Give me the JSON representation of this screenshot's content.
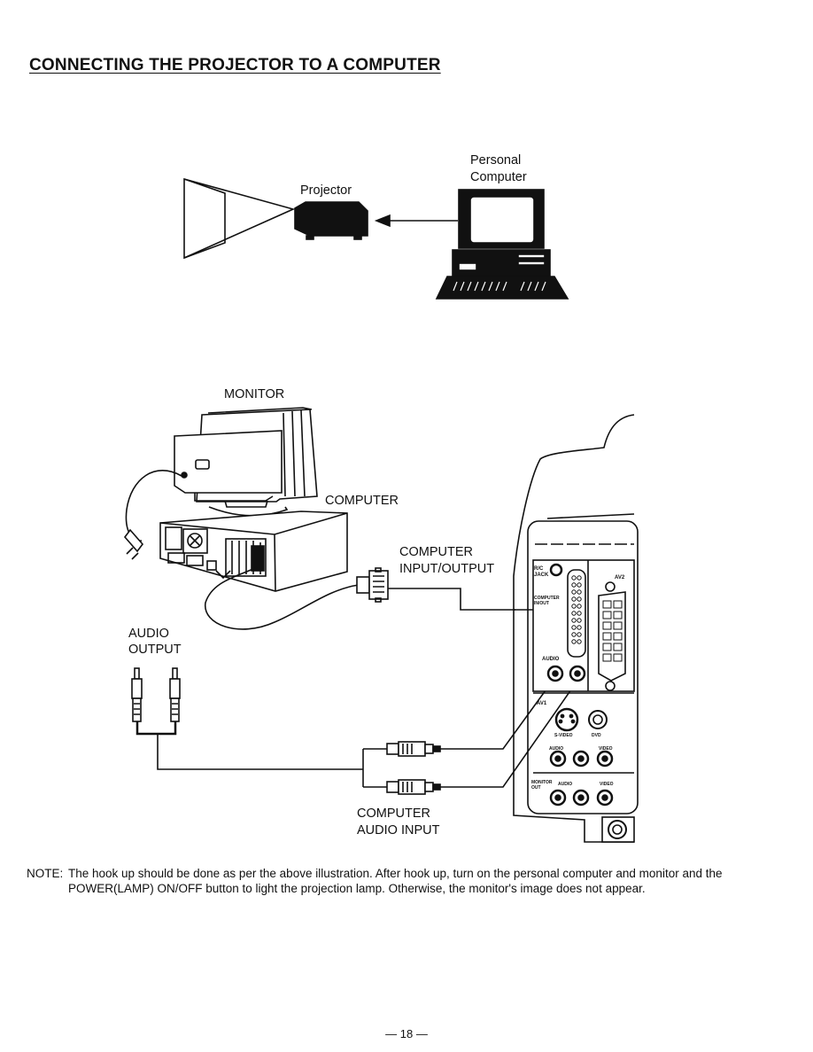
{
  "page": {
    "heading": "CONNECTING THE PROJECTOR TO A COMPUTER",
    "page_number": "— 18 —"
  },
  "top_diagram": {
    "projector_label": "Projector",
    "pc_label_line1": "Personal",
    "pc_label_line2": "Computer"
  },
  "bottom_diagram": {
    "monitor_label": "MONITOR",
    "computer_label": "COMPUTER",
    "io_label_line1": "COMPUTER",
    "io_label_line2": "INPUT/OUTPUT",
    "audio_out_line1": "AUDIO",
    "audio_out_line2": "OUTPUT",
    "audio_in_line1": "COMPUTER",
    "audio_in_line2": "AUDIO INPUT"
  },
  "note": {
    "prefix": "NOTE:",
    "text": "The hook up should be done as per the above illustration. After hook up, turn on the personal computer and monitor and the POWER(LAMP) ON/OFF button to light the projection lamp. Otherwise, the monitor's image does not appear."
  }
}
